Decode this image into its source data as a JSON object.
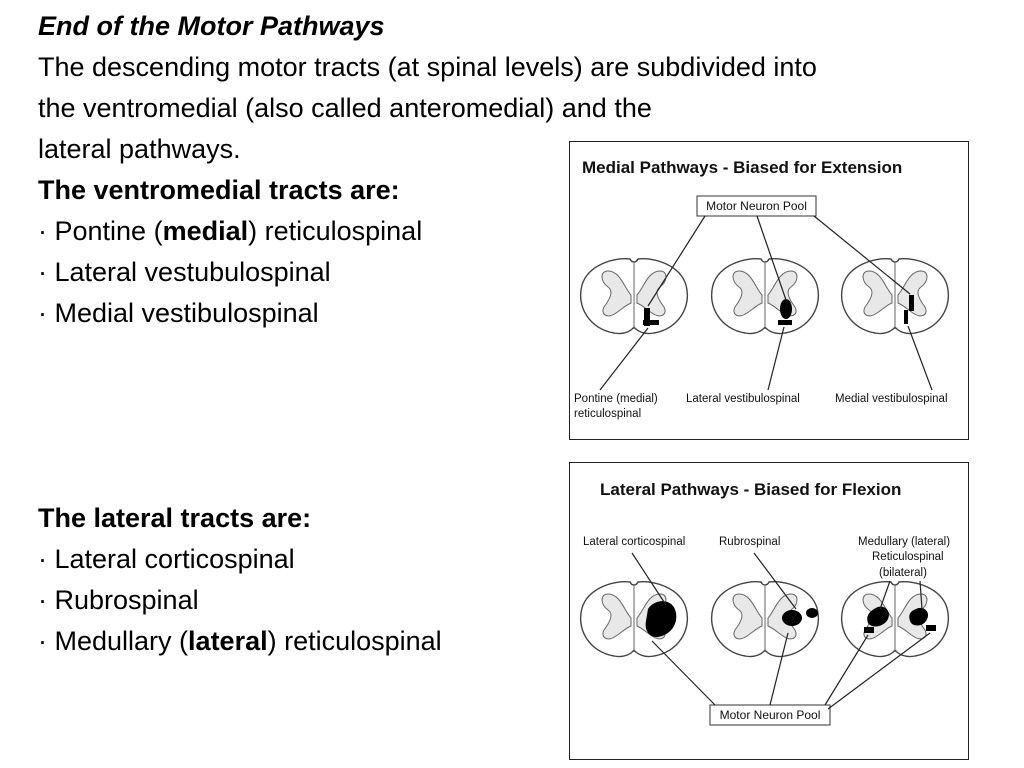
{
  "heading": "End of the Motor Pathways",
  "intro": {
    "line1": "The descending motor tracts (at spinal levels) are subdivided into",
    "line2": "the ventromedial (also called anteromedial) and the",
    "line3": "lateral pathways."
  },
  "ventromedial": {
    "heading": "The ventromedial tracts are:",
    "items": [
      {
        "bullet": "· ",
        "before": "Pontine (",
        "bold": "medial",
        "after": ") reticulospinal"
      },
      {
        "bullet": "· ",
        "text": "Lateral vestubulospinal"
      },
      {
        "bullet": "· ",
        "text": "Medial vestibulospinal"
      }
    ]
  },
  "lateral": {
    "heading": "The lateral tracts are:",
    "items": [
      {
        "bullet": "· ",
        "text": "Lateral corticospinal"
      },
      {
        "bullet": "· ",
        "text": "Rubrospinal"
      },
      {
        "bullet": "· ",
        "before": "Medullary (",
        "bold": "lateral",
        "after": ") reticulospinal"
      }
    ]
  },
  "figure_medial": {
    "title": "Medial Pathways - Biased for Extension",
    "box_label": "Motor Neuron Pool",
    "labels": {
      "pontine_line1": "Pontine (medial)",
      "pontine_line2": "reticulospinal",
      "lateral_vestibulo": "Lateral vestibulospinal",
      "medial_vestibulo": "Medial vestibulospinal"
    }
  },
  "figure_lateral": {
    "title": "Lateral Pathways - Biased for Flexion",
    "box_label": "Motor Neuron Pool",
    "labels": {
      "corticospinal": "Lateral corticospinal",
      "rubrospinal": "Rubrospinal",
      "medullary_line1": "Medullary (lateral)",
      "medullary_line2": "Reticulospinal",
      "medullary_line3": "(bilateral)"
    }
  }
}
